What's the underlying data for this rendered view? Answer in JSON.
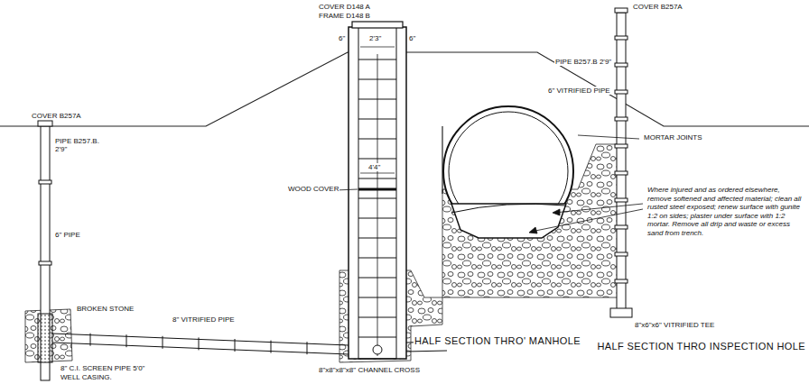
{
  "diagram": {
    "labels": [
      "COVER D148 A",
      "FRAME D148 B",
      "WOOD COVER",
      "6\"",
      "2'3\"",
      "6\"",
      "4'4\"",
      "COVER B257A",
      "PIPE B257.B. 2'9\"",
      "6\" PIPE",
      "BROKEN STONE",
      "8\" C.I. SCREEN PIPE 5'0\"",
      "WELL CASING.",
      "8\" VITRIFIED PIPE",
      "8\"x8\"x8\"x8\" CHANNEL CROSS",
      "HALF SECTION THRO' MANHOLE",
      "COVER B257A",
      "PIPE B257.B 2'9\"",
      "6\" VITRIFIED PIPE",
      "MORTAR JOINTS",
      "Where injured and as ordered elsewhere, remove softened and affected material; clean all rusted steel exposed; renew surface with gunite 1:2 on sides; plaster under surface with 1:2 mortar. Remove all drip and waste or excess sand from trench.",
      "8\"x6\"x6\" VITRIFIED TEE",
      "HALF SECTION THRO INSPECTION HOLE"
    ]
  }
}
